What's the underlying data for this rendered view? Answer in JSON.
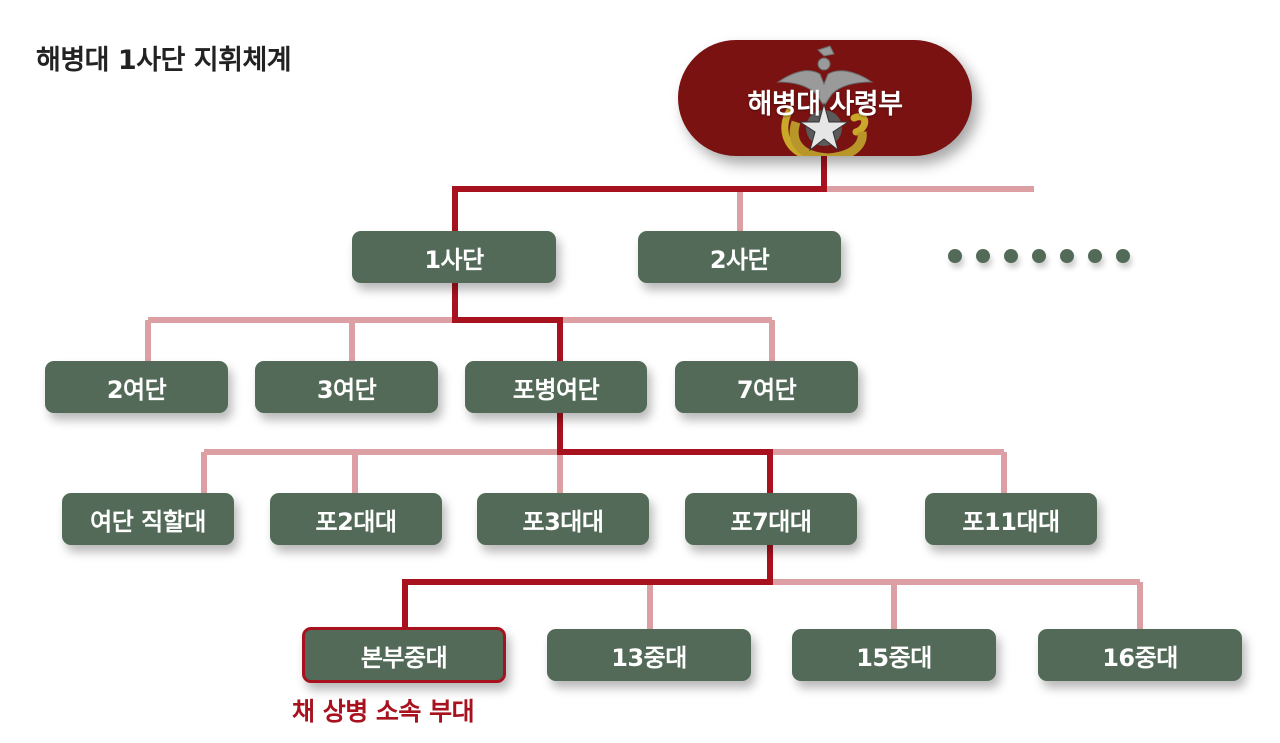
{
  "title": "해병대 1사단 지휘체계",
  "colors": {
    "node_fill": "#526a57",
    "hq_fill": "#7a1212",
    "path_line": "#a8121f",
    "other_line": "#dca0a4",
    "highlight_text": "#a8121f"
  },
  "hq": {
    "label": "해병대 사령부",
    "emblem": "marine-corps-emblem"
  },
  "divisions": [
    {
      "label": "1사단",
      "on_path": true
    },
    {
      "label": "2사단",
      "on_path": false
    }
  ],
  "more_indicator": "ellipsis-dots",
  "brigades": [
    {
      "label": "2여단",
      "on_path": false
    },
    {
      "label": "3여단",
      "on_path": false
    },
    {
      "label": "포병여단",
      "on_path": true
    },
    {
      "label": "7여단",
      "on_path": false
    }
  ],
  "battalions": [
    {
      "label": "여단 직할대",
      "on_path": false
    },
    {
      "label": "포2대대",
      "on_path": false
    },
    {
      "label": "포3대대",
      "on_path": false
    },
    {
      "label": "포7대대",
      "on_path": true
    },
    {
      "label": "포11대대",
      "on_path": false
    }
  ],
  "companies": [
    {
      "label": "본부중대",
      "on_path": true,
      "highlighted": true
    },
    {
      "label": "13중대",
      "on_path": false
    },
    {
      "label": "15중대",
      "on_path": false
    },
    {
      "label": "16중대",
      "on_path": false
    }
  ],
  "annotation": "채 상병 소속 부대"
}
